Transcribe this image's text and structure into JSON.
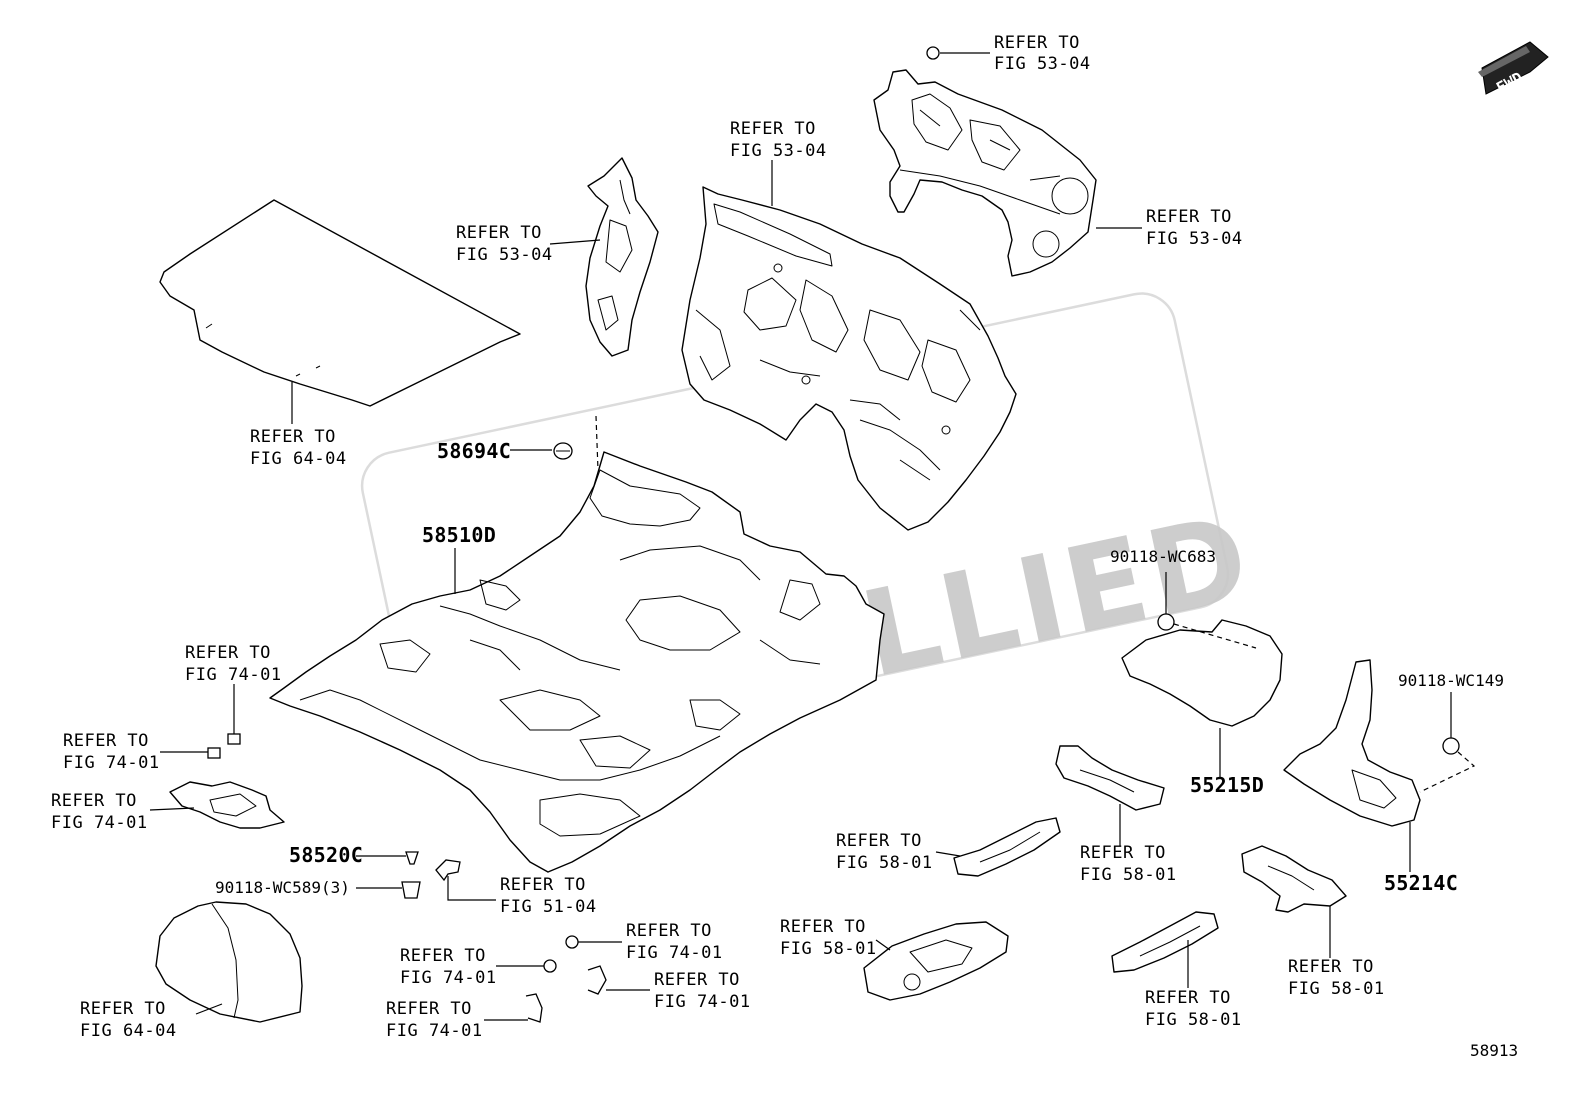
{
  "watermark": {
    "text": "AMSALLIED"
  },
  "badge": {
    "text": "FWD"
  },
  "figure_code": "58913",
  "labels": {
    "r1": [
      "REFER TO",
      "FIG 53-04"
    ],
    "r2": [
      "REFER TO",
      "FIG 53-04"
    ],
    "r3": [
      "REFER TO",
      "FIG 53-04"
    ],
    "r4": [
      "REFER TO",
      "FIG 53-04"
    ],
    "r5": [
      "REFER TO",
      "FIG 64-04"
    ],
    "r6": [
      "REFER TO",
      "FIG 74-01"
    ],
    "r7": [
      "REFER TO",
      "FIG 74-01"
    ],
    "r8": [
      "REFER TO",
      "FIG 74-01"
    ],
    "r9": [
      "REFER TO",
      "FIG 51-04"
    ],
    "r10": [
      "REFER TO",
      "FIG 64-04"
    ],
    "r11": [
      "REFER TO",
      "FIG 74-01"
    ],
    "r12": [
      "REFER TO",
      "FIG 74-01"
    ],
    "r13": [
      "REFER TO",
      "FIG 74-01"
    ],
    "r14": [
      "REFER TO",
      "FIG 74-01"
    ],
    "r15": [
      "REFER TO",
      "FIG 58-01"
    ],
    "r16": [
      "REFER TO",
      "FIG 58-01"
    ],
    "r17": [
      "REFER TO",
      "FIG 58-01"
    ],
    "r18": [
      "REFER TO",
      "FIG 58-01"
    ],
    "r19": [
      "REFER TO",
      "FIG 58-01"
    ]
  },
  "part_numbers": {
    "p58694C": "58694C",
    "p58510D": "58510D",
    "p58520C": "58520C",
    "p90118_WC589": "90118-WC589(3)",
    "p90118_WC683": "90118-WC683",
    "p55215D": "55215D",
    "p90118_WC149": "90118-WC149",
    "p55214C": "55214C"
  }
}
